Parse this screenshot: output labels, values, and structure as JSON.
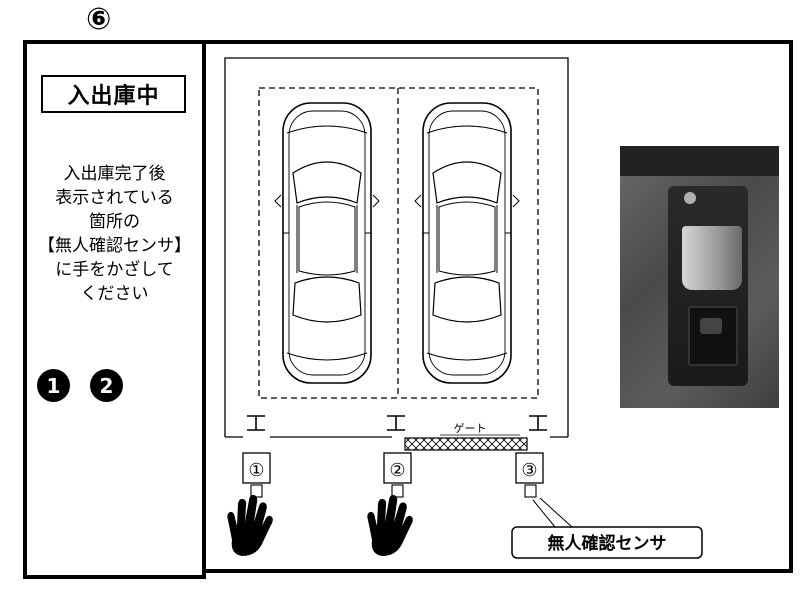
{
  "step_number": "⑥",
  "sidebar": {
    "status_label": "入出庫中",
    "instructions": "入出庫完了後\n表示されている\n箇所の\n【無人確認センサ】\nに手をかざして\nください",
    "badges": [
      "1",
      "2"
    ]
  },
  "diagram": {
    "gate_label": "ゲート",
    "sensors": [
      "①",
      "②",
      "③"
    ],
    "sensor_callout": "無人確認センサ"
  },
  "icons": {
    "hand": "hand-icon",
    "car": "car-icon"
  },
  "colors": {
    "line": "#000000",
    "background": "#ffffff"
  }
}
